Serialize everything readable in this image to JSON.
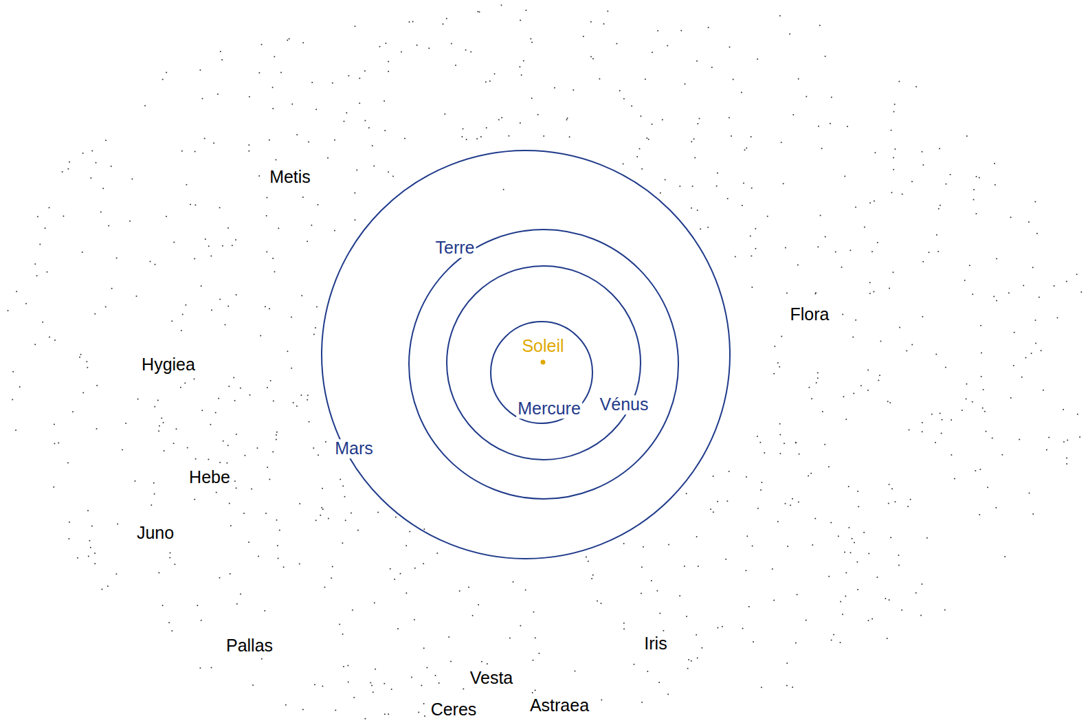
{
  "diagram": {
    "labels": [
      "Metis",
      "Terre",
      "Flora",
      "Hygiea",
      "Soleil",
      "Mercure",
      "Vénus",
      "Mars",
      "Hebe",
      "Juno",
      "Pallas",
      "Iris",
      "Vesta",
      "Ceres",
      "Astraea"
    ]
  }
}
